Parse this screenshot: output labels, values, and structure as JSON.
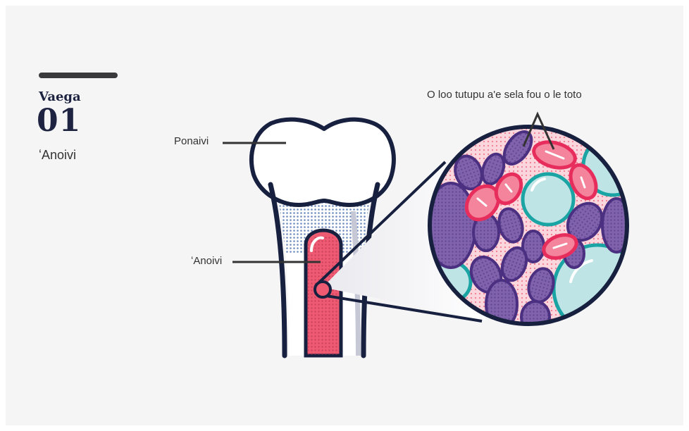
{
  "figure": {
    "kicker": "Vaega",
    "number": "01",
    "subtitle": "ʻAnoivi"
  },
  "labels": {
    "outer_bone": "Ponaivi",
    "marrow": "ʻAnoivi",
    "blood_cells": "O loo tutupu a'e sela fou o le toto"
  },
  "colors": {
    "outline": "#17213f",
    "marrow_red": "#ee5a72",
    "spongy_blue": "#3d64a7",
    "purple_cell": "#7f62ab",
    "red_cell": "#f06a86",
    "cyan_cell": "#bfe4e6",
    "background": "#f5f5f6"
  }
}
